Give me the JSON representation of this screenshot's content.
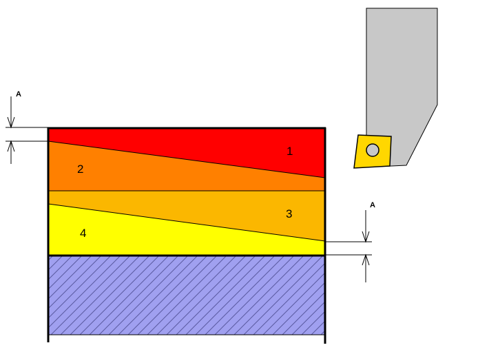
{
  "labels": {
    "layer_1": "1",
    "layer_2": "2",
    "layer_3": "3",
    "layer_4": "4",
    "dim_left": "A",
    "dim_right": "A"
  },
  "colors": {
    "layer_1": "#ff0000",
    "layer_2": "#ff8000",
    "layer_3": "#fbb700",
    "layer_4": "#ffff00",
    "base_fill": "#a0a0f0",
    "hatch": "#5a5aa0",
    "tool_holder": "#c8c8c8",
    "insert": "#ffd700",
    "outline": "#000000"
  }
}
